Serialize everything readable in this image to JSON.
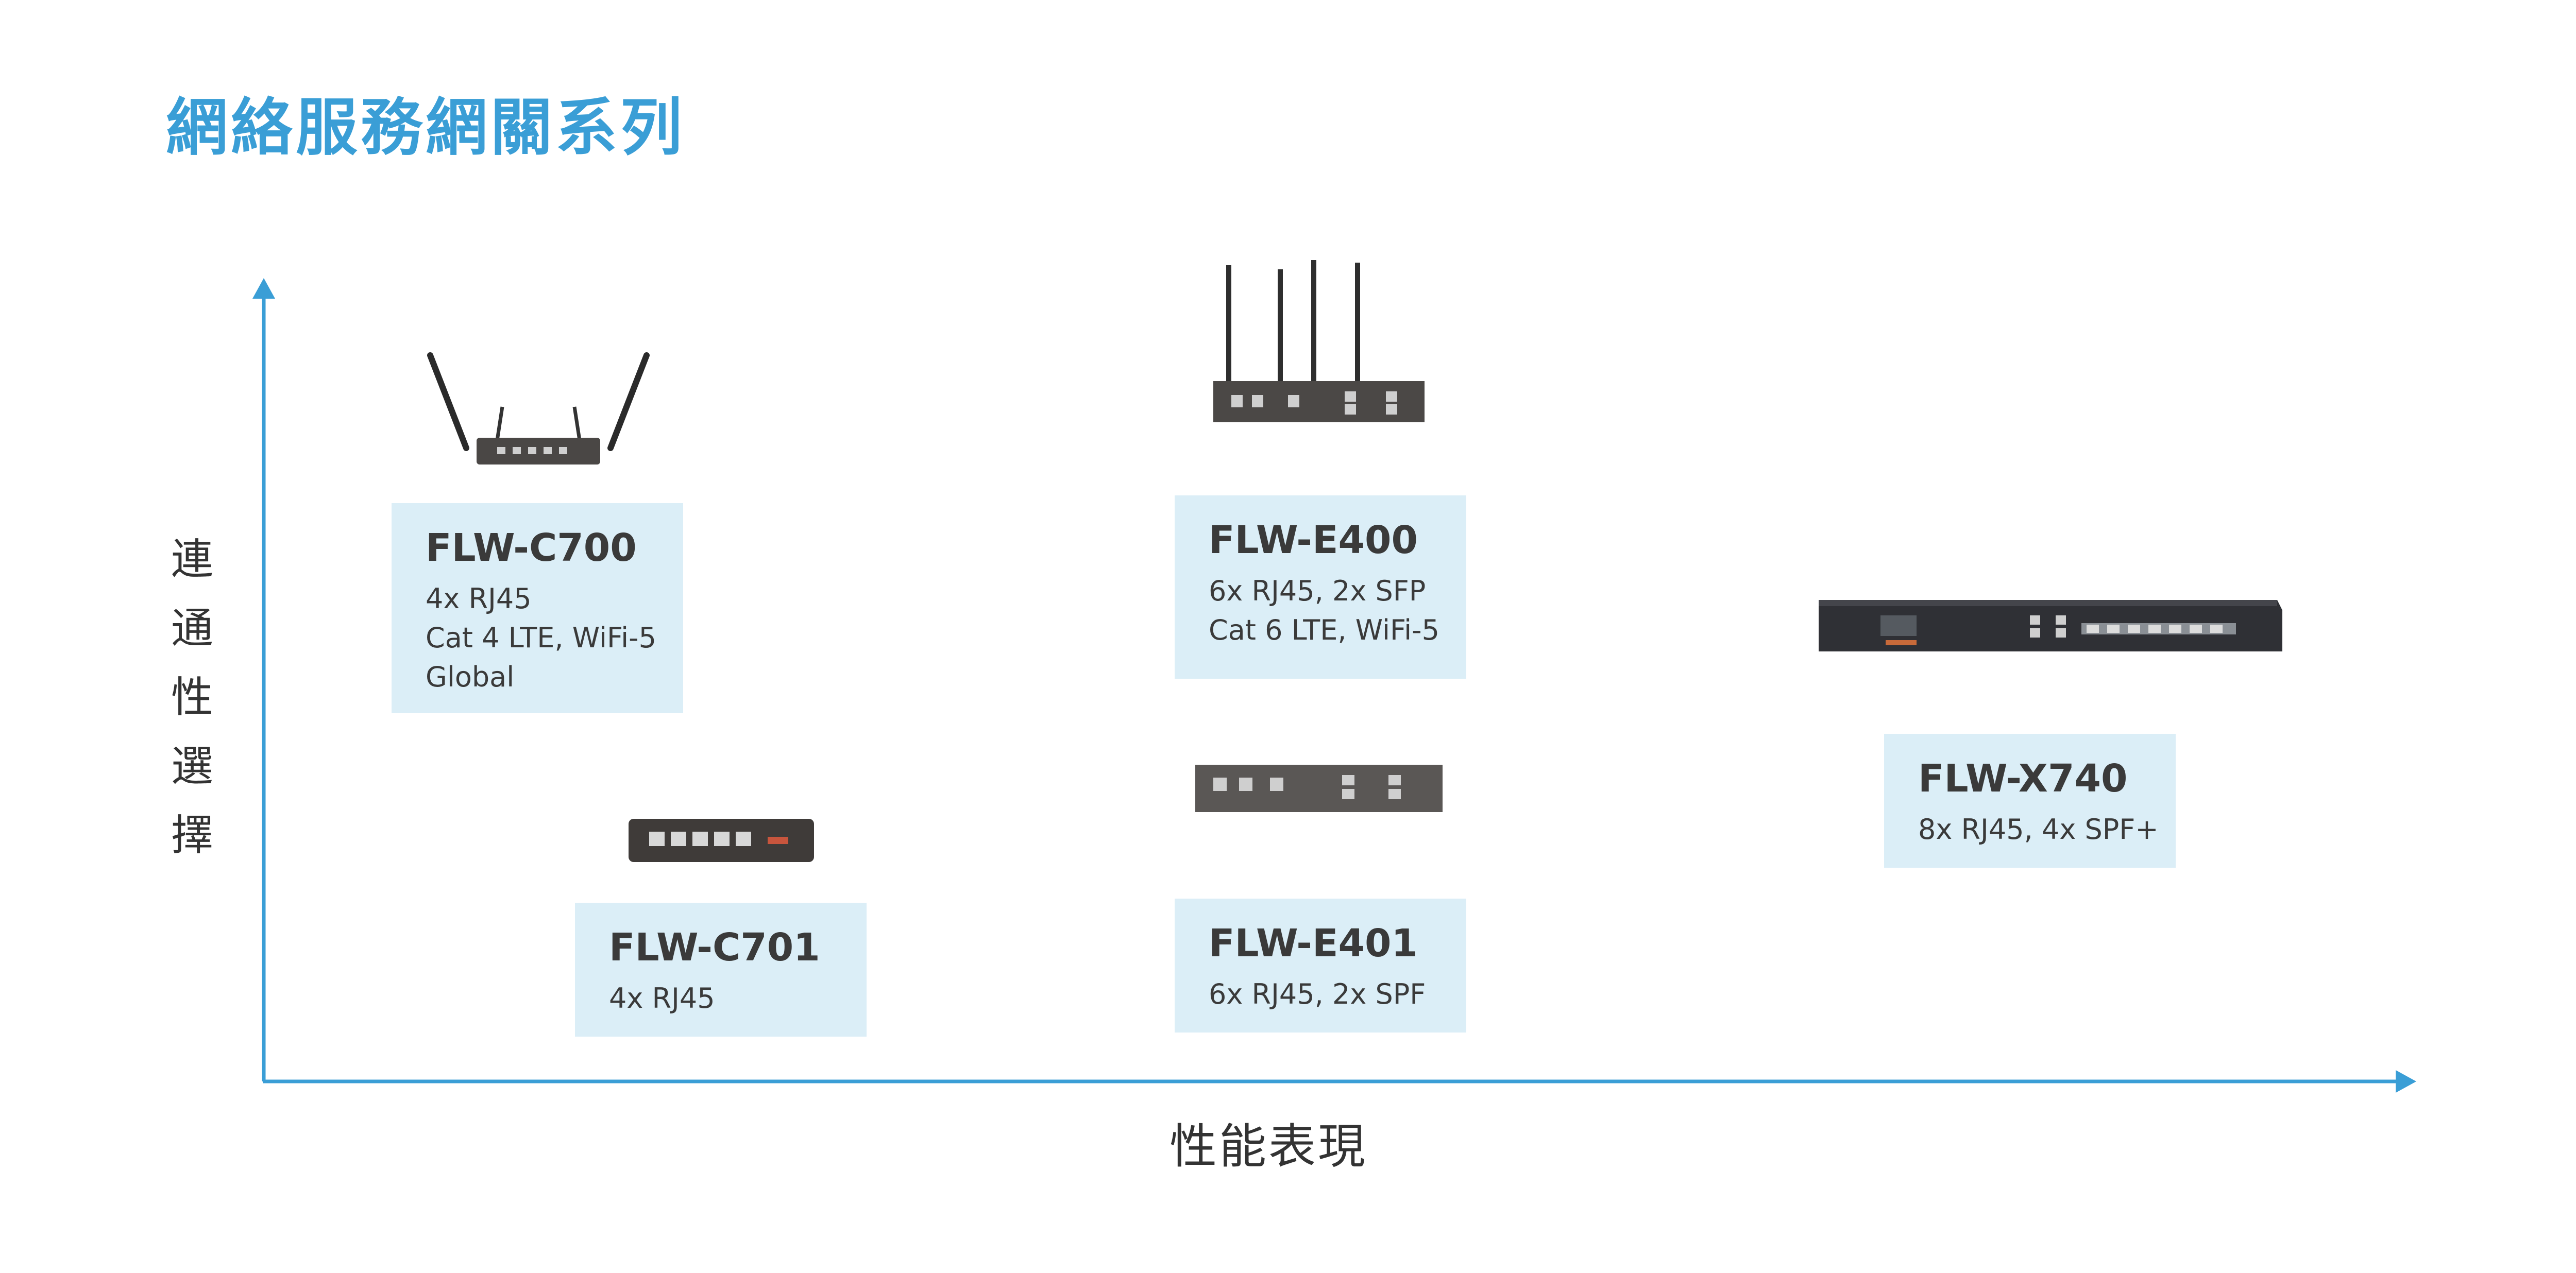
{
  "title": "網絡服務網關系列",
  "axes": {
    "y_label_chars": [
      "連",
      "通",
      "性",
      "選",
      "擇"
    ],
    "x_label": "性能表現",
    "color": "#3a9ed6"
  },
  "products": [
    {
      "id": "c700",
      "name": "FLW-C700",
      "specs": [
        "4x RJ45",
        "Cat 4 LTE, WiFi-5",
        "Global"
      ],
      "image": "router-with-antennas"
    },
    {
      "id": "c701",
      "name": "FLW-C701",
      "specs": [
        "4x RJ45"
      ],
      "image": "compact-router"
    },
    {
      "id": "e400",
      "name": "FLW-E400",
      "specs": [
        "6x RJ45, 2x SFP",
        "Cat 6 LTE, WiFi-5"
      ],
      "image": "router-with-antennas"
    },
    {
      "id": "e401",
      "name": "FLW-E401",
      "specs": [
        "6x RJ45, 2x SPF"
      ],
      "image": "rack-router"
    },
    {
      "id": "x740",
      "name": "FLW-X740",
      "specs": [
        "8x RJ45, 4x SPF+"
      ],
      "image": "rack-appliance"
    }
  ]
}
